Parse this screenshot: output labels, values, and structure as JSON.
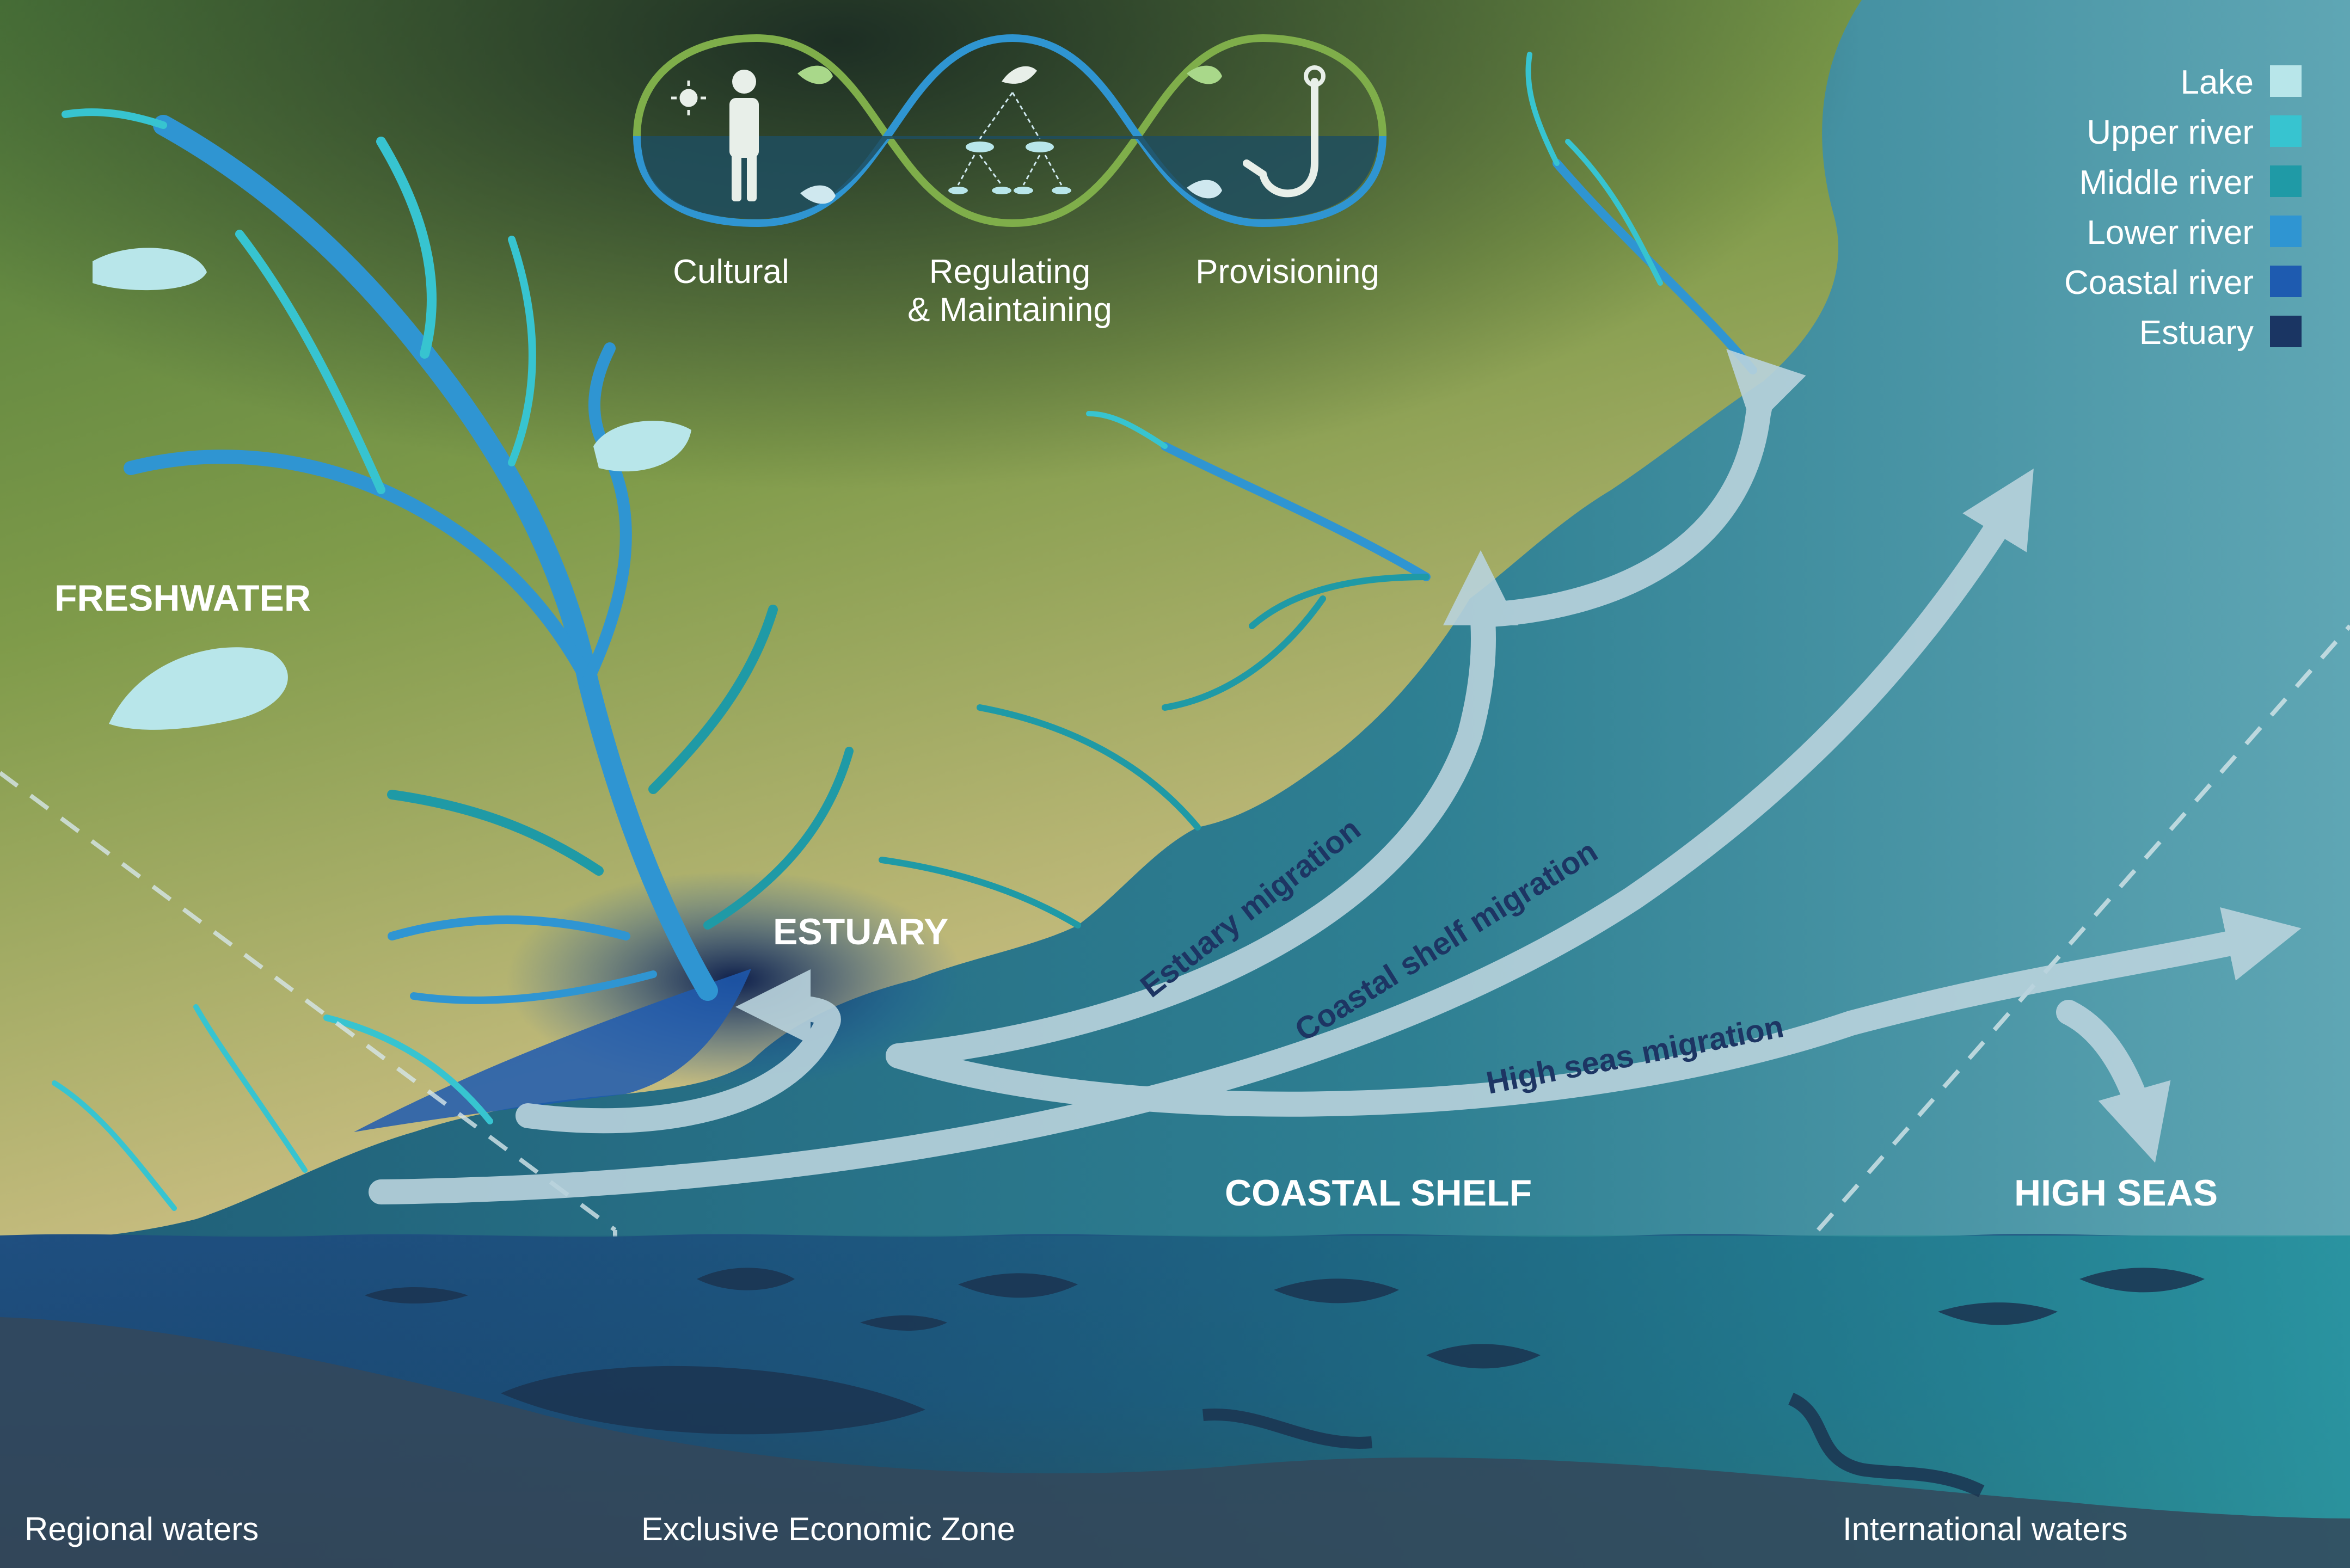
{
  "services": {
    "cultural": "Cultural",
    "regulating_line1": "Regulating",
    "regulating_line2": "& Maintaining",
    "provisioning": "Provisioning"
  },
  "legend": [
    {
      "label": "Lake",
      "color": "#b8e6ea"
    },
    {
      "label": "Upper river",
      "color": "#37c4d0"
    },
    {
      "label": "Middle river",
      "color": "#1f9aa6"
    },
    {
      "label": "Lower river",
      "color": "#2f95d2"
    },
    {
      "label": "Coastal river",
      "color": "#1e5bb0"
    },
    {
      "label": "Estuary",
      "color": "#1a3563"
    }
  ],
  "regions": {
    "freshwater": "FRESHWATER",
    "estuary": "ESTUARY",
    "coastal_shelf": "COASTAL SHELF",
    "high_seas": "HIGH SEAS"
  },
  "migrations": {
    "estuary": "Estuary migration",
    "coastal_shelf": "Coastal shelf migration",
    "high_seas": "High seas migration"
  },
  "zones": {
    "regional": "Regional waters",
    "eez": "Exclusive Economic Zone",
    "international": "International waters"
  }
}
